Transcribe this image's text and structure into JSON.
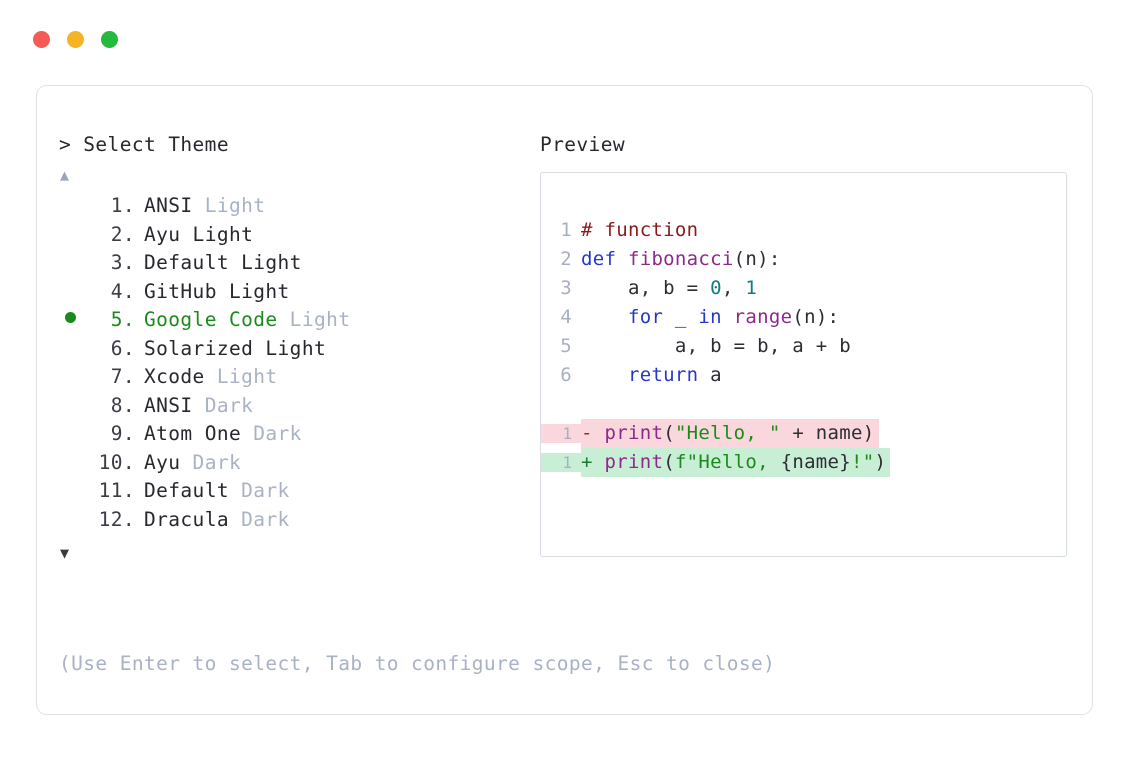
{
  "titlebar": {
    "dots": [
      {
        "name": "close-dot",
        "color": "#f45b54"
      },
      {
        "name": "minimize-dot",
        "color": "#f5b426"
      },
      {
        "name": "maximize-dot",
        "color": "#22bb3b"
      }
    ]
  },
  "prompt": {
    "header": "> Select Theme",
    "scroll_up": "▲",
    "scroll_down": "▼",
    "selected_index": 5,
    "bullet_color": "#1a8a1a"
  },
  "themes": [
    {
      "index": "1.",
      "name": "ANSI",
      "suffix": "Light",
      "suffix_dim": true,
      "selected": false
    },
    {
      "index": "2.",
      "name": "Ayu Light",
      "suffix": "",
      "suffix_dim": false,
      "selected": false
    },
    {
      "index": "3.",
      "name": "Default Light",
      "suffix": "",
      "suffix_dim": false,
      "selected": false
    },
    {
      "index": "4.",
      "name": "GitHub Light",
      "suffix": "",
      "suffix_dim": false,
      "selected": false
    },
    {
      "index": "5.",
      "name": "Google Code",
      "suffix": "Light",
      "suffix_dim": true,
      "selected": true
    },
    {
      "index": "6.",
      "name": "Solarized Light",
      "suffix": "",
      "suffix_dim": false,
      "selected": false
    },
    {
      "index": "7.",
      "name": "Xcode",
      "suffix": "Light",
      "suffix_dim": true,
      "selected": false
    },
    {
      "index": "8.",
      "name": "ANSI",
      "suffix": "Dark",
      "suffix_dim": true,
      "selected": false
    },
    {
      "index": "9.",
      "name": "Atom One",
      "suffix": "Dark",
      "suffix_dim": true,
      "selected": false
    },
    {
      "index": "10.",
      "name": "Ayu",
      "suffix": "Dark",
      "suffix_dim": true,
      "selected": false
    },
    {
      "index": "11.",
      "name": "Default",
      "suffix": "Dark",
      "suffix_dim": true,
      "selected": false
    },
    {
      "index": "12.",
      "name": "Dracula",
      "suffix": "Dark",
      "suffix_dim": true,
      "selected": false
    }
  ],
  "hint": "(Use Enter to select, Tab to configure scope, Esc to close)",
  "preview": {
    "label": "Preview",
    "code_lines": [
      {
        "num": "1",
        "tokens": [
          {
            "t": "# function",
            "c": "comment"
          }
        ]
      },
      {
        "num": "2",
        "tokens": [
          {
            "t": "def ",
            "c": "keyword"
          },
          {
            "t": "fibonacci",
            "c": "func"
          },
          {
            "t": "(n):",
            "c": "plain"
          }
        ]
      },
      {
        "num": "3",
        "tokens": [
          {
            "t": "    a, b = ",
            "c": "plain"
          },
          {
            "t": "0",
            "c": "num"
          },
          {
            "t": ", ",
            "c": "plain"
          },
          {
            "t": "1",
            "c": "num"
          }
        ]
      },
      {
        "num": "4",
        "tokens": [
          {
            "t": "    ",
            "c": "plain"
          },
          {
            "t": "for",
            "c": "keyword"
          },
          {
            "t": " _ ",
            "c": "plain"
          },
          {
            "t": "in",
            "c": "keyword"
          },
          {
            "t": " ",
            "c": "plain"
          },
          {
            "t": "range",
            "c": "func"
          },
          {
            "t": "(n):",
            "c": "plain"
          }
        ]
      },
      {
        "num": "5",
        "tokens": [
          {
            "t": "        a, b = b, a + b",
            "c": "plain"
          }
        ]
      },
      {
        "num": "6",
        "tokens": [
          {
            "t": "    ",
            "c": "plain"
          },
          {
            "t": "return",
            "c": "keyword"
          },
          {
            "t": " a",
            "c": "plain"
          }
        ]
      }
    ],
    "diff_lines": [
      {
        "num": "1",
        "kind": "del",
        "sign": "-",
        "tokens": [
          {
            "t": "print",
            "c": "func"
          },
          {
            "t": "(",
            "c": "plain"
          },
          {
            "t": "\"Hello, \"",
            "c": "str"
          },
          {
            "t": " + name)",
            "c": "plain"
          }
        ]
      },
      {
        "num": "1",
        "kind": "add",
        "sign": "+",
        "tokens": [
          {
            "t": "print",
            "c": "func"
          },
          {
            "t": "(",
            "c": "plain"
          },
          {
            "t": "f\"Hello, ",
            "c": "str"
          },
          {
            "t": "{name}",
            "c": "plain"
          },
          {
            "t": "!\"",
            "c": "str"
          },
          {
            "t": ")",
            "c": "plain"
          }
        ]
      }
    ]
  }
}
